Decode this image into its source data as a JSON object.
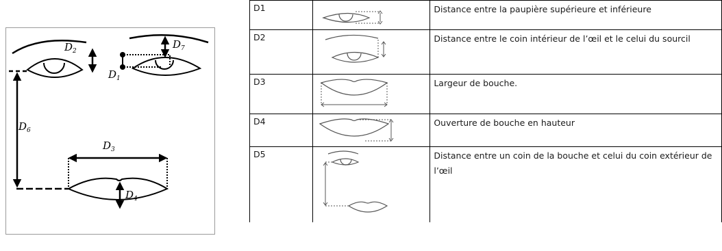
{
  "figure": {
    "labels": {
      "d1": {
        "main": "D",
        "sub": "1"
      },
      "d2": {
        "main": "D",
        "sub": "2"
      },
      "d3": {
        "main": "D",
        "sub": "3"
      },
      "d4": {
        "main": "D",
        "sub": "4"
      },
      "d6": {
        "main": "D",
        "sub": "6"
      },
      "d7": {
        "main": "D",
        "sub": "7"
      }
    }
  },
  "table": {
    "rows": [
      {
        "code": "D1",
        "icon": "eye-opening-icon",
        "description": "Distance entre la paupière supérieure et inférieure"
      },
      {
        "code": "D2",
        "icon": "eye-eyebrow-distance-icon",
        "description": "Distance entre le coin intérieur de l’œil et le celui du sourcil"
      },
      {
        "code": "D3",
        "icon": "mouth-width-icon",
        "description": "Largeur de bouche."
      },
      {
        "code": "D4",
        "icon": "mouth-height-icon",
        "description": "Ouverture de bouche en hauteur"
      },
      {
        "code": "D5",
        "icon": "mouth-eye-corner-distance-icon",
        "description": "Distance entre un coin de la bouche et celui du coin extérieur de l’œil"
      }
    ]
  }
}
